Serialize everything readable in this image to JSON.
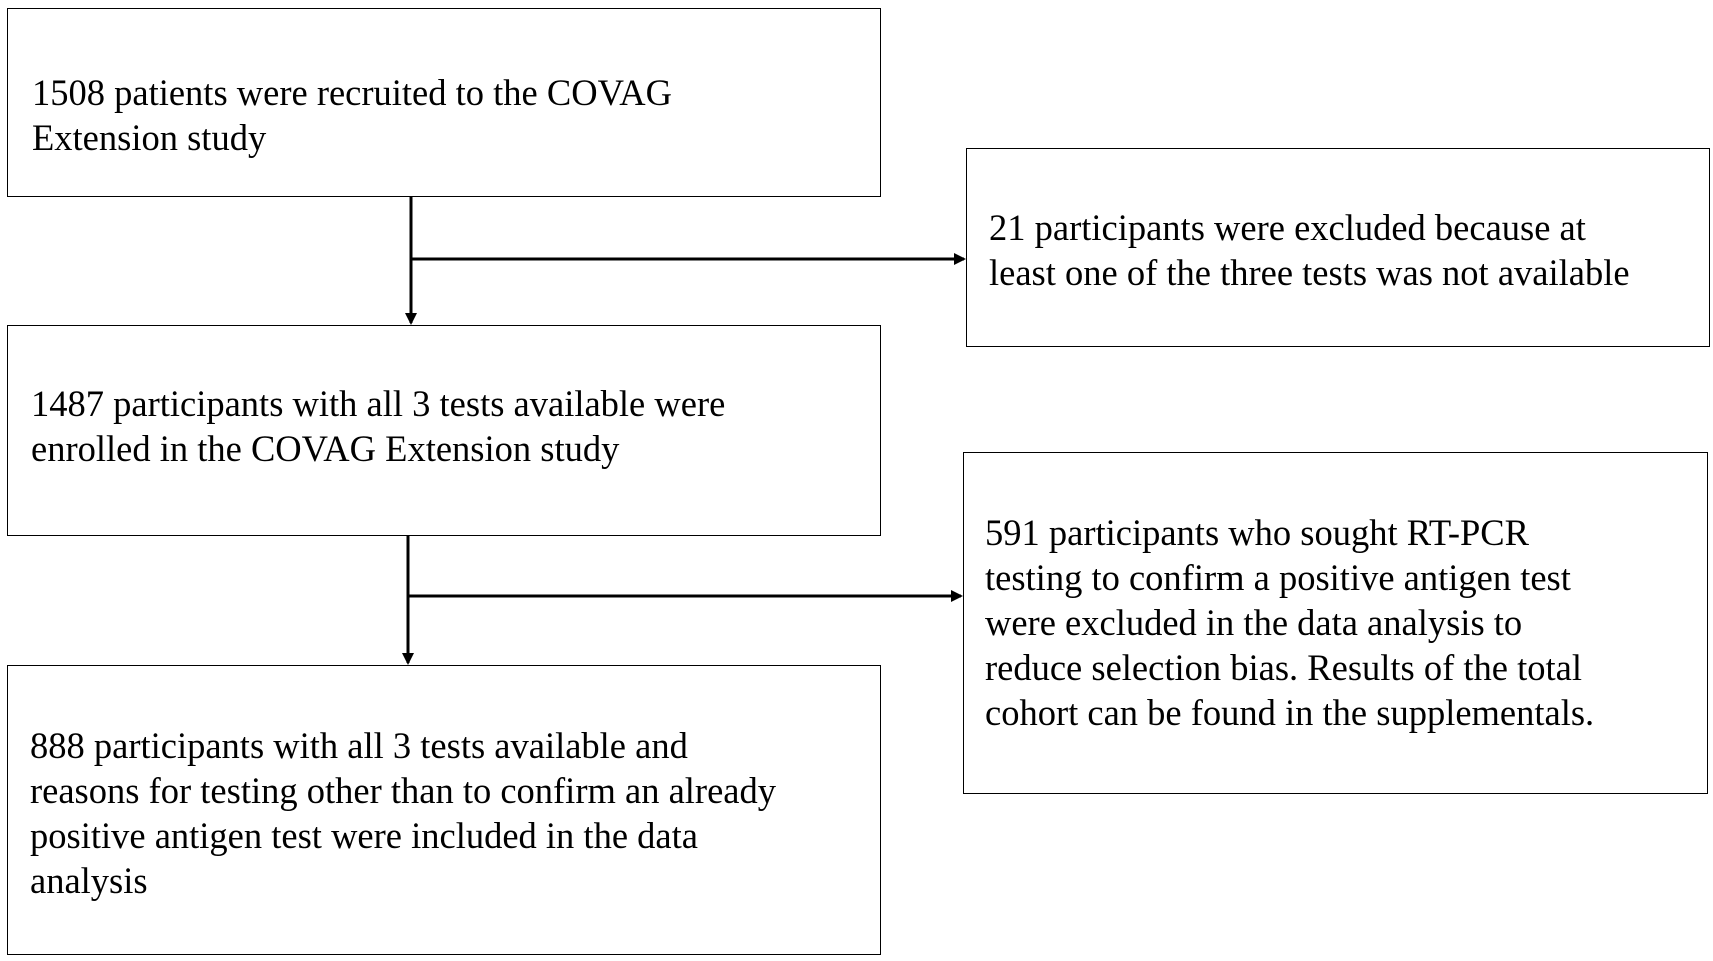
{
  "flowchart": {
    "recruited": {
      "lines": [
        "1508 patients were recruited to the COVAG",
        "Extension study"
      ]
    },
    "excluded_missing_tests": {
      "lines": [
        "21 participants were excluded because at",
        "least one of the three tests was not available"
      ]
    },
    "enrolled": {
      "lines": [
        "1487 participants with all 3 tests available were",
        "enrolled in the COVAG Extension study"
      ]
    },
    "excluded_pcr_confirmation": {
      "lines": [
        "591 participants who sought RT-PCR",
        "testing to confirm a positive antigen test",
        "were excluded in the data analysis to",
        "reduce selection bias. Results of the total",
        "cohort can be found in the supplementals."
      ]
    },
    "included": {
      "lines": [
        "888 participants with all 3 tests available and",
        "reasons for testing other than to confirm an already",
        "positive antigen test were included in the data",
        "analysis"
      ]
    }
  }
}
